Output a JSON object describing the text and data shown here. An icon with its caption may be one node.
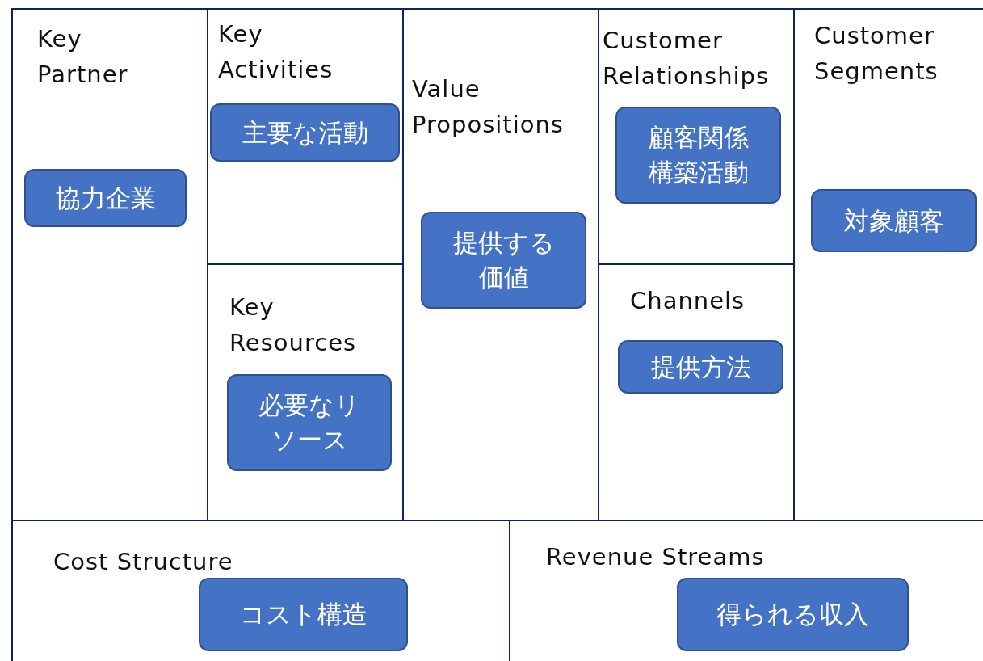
{
  "diagram": {
    "nodes": [
      {
        "text": [
          "Key Partner"
        ]
      },
      {
        "text": [
          "協力企業"
        ],
        "in": 0
      },
      {
        "text": [
          "Key Activities"
        ]
      },
      {
        "text": [
          "主要な活動"
        ],
        "in": 2
      },
      {
        "text": [
          "Key Resources"
        ]
      },
      {
        "text": [
          "必要なリソース"
        ],
        "in": 4
      },
      {
        "text": [
          "Value Propositions"
        ]
      },
      {
        "text": [
          "提供する価値"
        ],
        "in": 6
      },
      {
        "text": [
          "Customer Relationships"
        ]
      },
      {
        "text": [
          "顧客関係構築活動"
        ],
        "in": 8
      },
      {
        "text": [
          "Channels"
        ]
      },
      {
        "text": [
          "提供方法"
        ],
        "in": 10
      },
      {
        "text": [
          "Customer Segments"
        ]
      },
      {
        "text": [
          "対象顧客"
        ],
        "in": 12
      },
      {
        "text": [
          "Cost Structure"
        ]
      },
      {
        "text": [
          "コスト構造"
        ],
        "in": 14
      },
      {
        "text": [
          "Revenue Streams"
        ]
      },
      {
        "text": [
          "得られる収入"
        ],
        "in": 16
      }
    ]
  }
}
